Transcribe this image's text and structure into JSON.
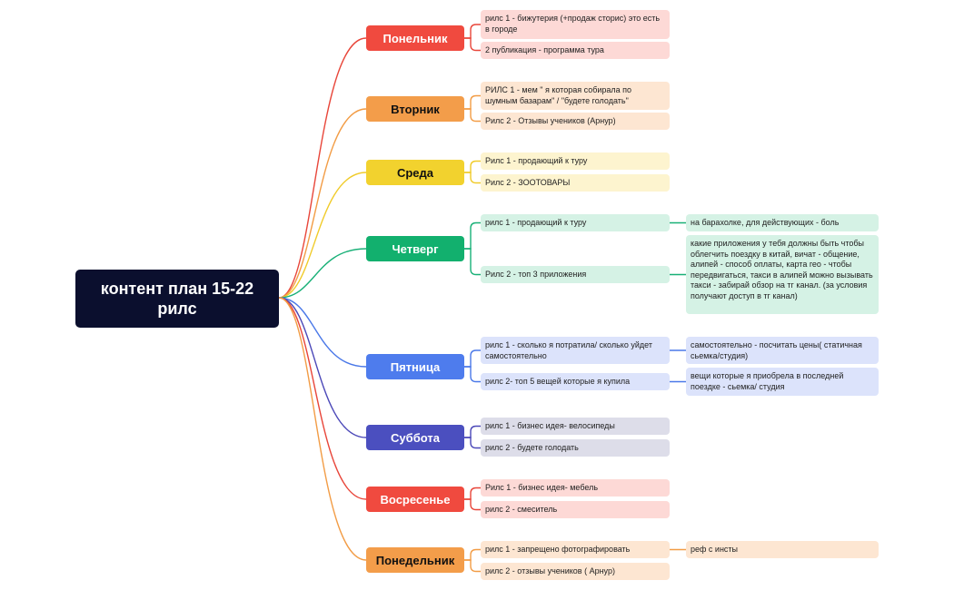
{
  "root": {
    "label": "контент план 15-22 рилс"
  },
  "colors": {
    "root_bg": "#0b0f2e",
    "monday": {
      "branch": "#e8463a",
      "node": "#f04a3f",
      "leaf": "#fdd9d6"
    },
    "tuesday": {
      "branch": "#f29c45",
      "node": "#f39d4a",
      "leaf": "#fde6d2"
    },
    "wednesday": {
      "branch": "#f0cb2a",
      "node": "#f2d22e",
      "leaf": "#fdf4cf"
    },
    "thursday": {
      "branch": "#18b077",
      "node": "#12b06e",
      "leaf": "#d5f2e5"
    },
    "friday": {
      "branch": "#4a78e8",
      "node": "#4e7ced",
      "leaf": "#dce3fb"
    },
    "saturday": {
      "branch": "#4b48b8",
      "node": "#4b4fbf",
      "leaf": "#dddde9"
    },
    "sunday": {
      "branch": "#e8463a",
      "node": "#f04a3f",
      "leaf": "#fdd9d6"
    },
    "monday2": {
      "branch": "#f29c45",
      "node": "#f39d4a",
      "leaf": "#fde6d2"
    }
  },
  "days": [
    {
      "label": "Понельник",
      "items": [
        {
          "label": "рилс 1 - бижутерия (+продаж сторис) это есть в городе"
        },
        {
          "label": "2 публикация - программа тура"
        }
      ]
    },
    {
      "label": "Вторник",
      "items": [
        {
          "label": "РИЛС 1 - мем \" я которая собирала по шумным базарам\" / \"будете голодать\""
        },
        {
          "label": "Рилс 2 - Отзывы учеников (Арнур)"
        }
      ]
    },
    {
      "label": "Среда",
      "items": [
        {
          "label": "Рилс 1 - продающий к туру"
        },
        {
          "label": "Рилс 2 - ЗООТОВАРЫ"
        }
      ]
    },
    {
      "label": "Четверг",
      "items": [
        {
          "label": "рилс 1 - продающий к туру",
          "detail": "на барахолке, для действующих - боль"
        },
        {
          "label": "Рилс 2 - топ 3 приложения",
          "detail": "какие приложения у тебя должны быть чтобы облегчить поездку в китай, вичат - общение, алипей - способ оплаты, карта гео - чтобы передвигаться, такси в алипей можно вызывать такси - забирай обзор на тг канал. (за условия получают доступ в тг канал)"
        }
      ]
    },
    {
      "label": "Пятница",
      "items": [
        {
          "label": "рилс 1 - сколько я потратила/ сколько уйдет самостоятельно",
          "detail": "самостоятельно - посчитать цены( статичная сьемка/студия)"
        },
        {
          "label": "рилс 2- топ 5 вещей которые я купила",
          "detail": "вещи которые я приобрела в последней поездке - сьемка/ студия"
        }
      ]
    },
    {
      "label": "Суббота",
      "items": [
        {
          "label": "рилс 1 - бизнес идея- велосипеды"
        },
        {
          "label": "рилс 2 - будете голодать"
        }
      ]
    },
    {
      "label": "Восресенье",
      "items": [
        {
          "label": "Рилс 1 - бизнес идея- мебель"
        },
        {
          "label": "рилс 2 - смеситель"
        }
      ]
    },
    {
      "label": "Понедельник",
      "items": [
        {
          "label": "рилс 1 - запрещено фотографировать",
          "detail": "реф с инсты"
        },
        {
          "label": "рилс 2 - отзывы учеников ( Арнур)"
        }
      ]
    }
  ]
}
